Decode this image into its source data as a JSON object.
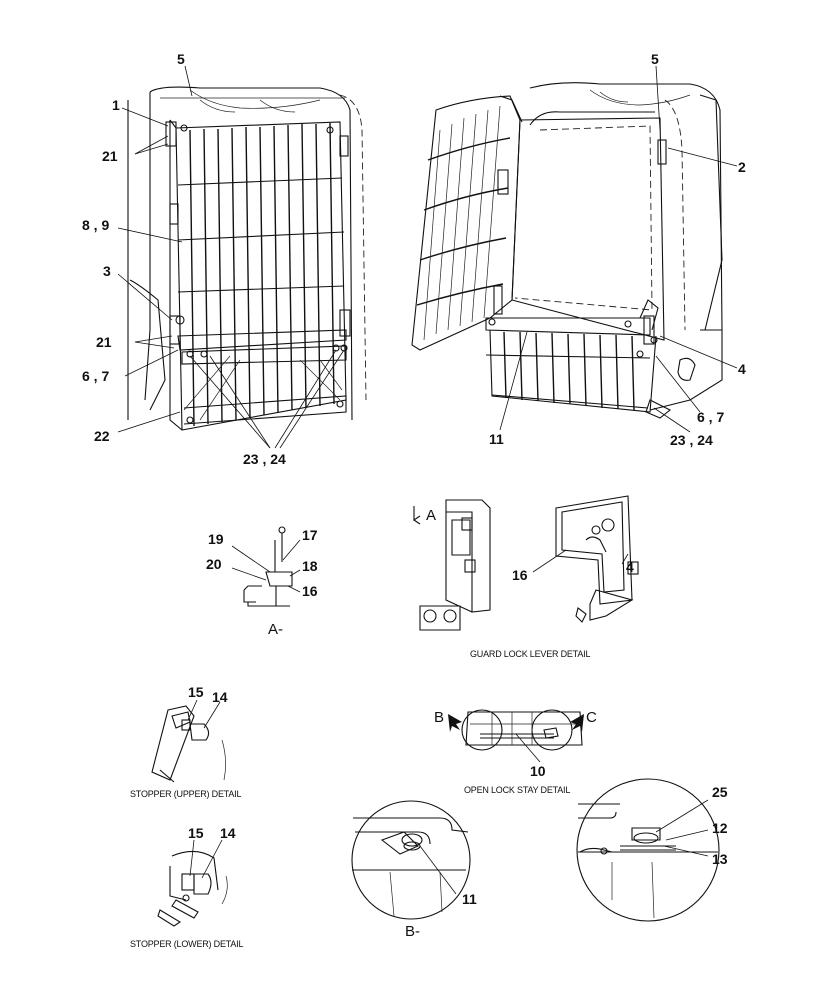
{
  "callouts": {
    "c1": "1",
    "c5_left": "5",
    "c21_top": "21",
    "c8_9": "8 , 9",
    "c3": "3",
    "c21_mid": "21",
    "c6_7_left": "6 , 7",
    "c22": "22",
    "c23_24_left": "23 , 24",
    "c5_right": "5",
    "c2": "2",
    "c4_right": "4",
    "c6_7_right": "6 , 7",
    "c11_top": "11",
    "c23_24_right": "23 , 24",
    "c19": "19",
    "c17": "17",
    "c20": "20",
    "c18": "18",
    "c16_a": "16",
    "c16_b": "16",
    "c4_detail": "4",
    "c15_upper": "15",
    "c14_upper": "14",
    "c15_lower": "15",
    "c14_lower": "14",
    "c10": "10",
    "c11_b": "11",
    "c25": "25",
    "c12": "12",
    "c13": "13"
  },
  "view_labels": {
    "a_marker": "A",
    "a_view": "A-",
    "b_marker": "B",
    "c_marker": "C",
    "b_view": "B-"
  },
  "captions": {
    "guard_lock": "GUARD LOCK LEVER DETAIL",
    "stopper_upper": "STOPPER (UPPER) DETAIL",
    "stopper_lower": "STOPPER (LOWER) DETAIL",
    "open_lock_stay": "OPEN LOCK STAY DETAIL"
  }
}
